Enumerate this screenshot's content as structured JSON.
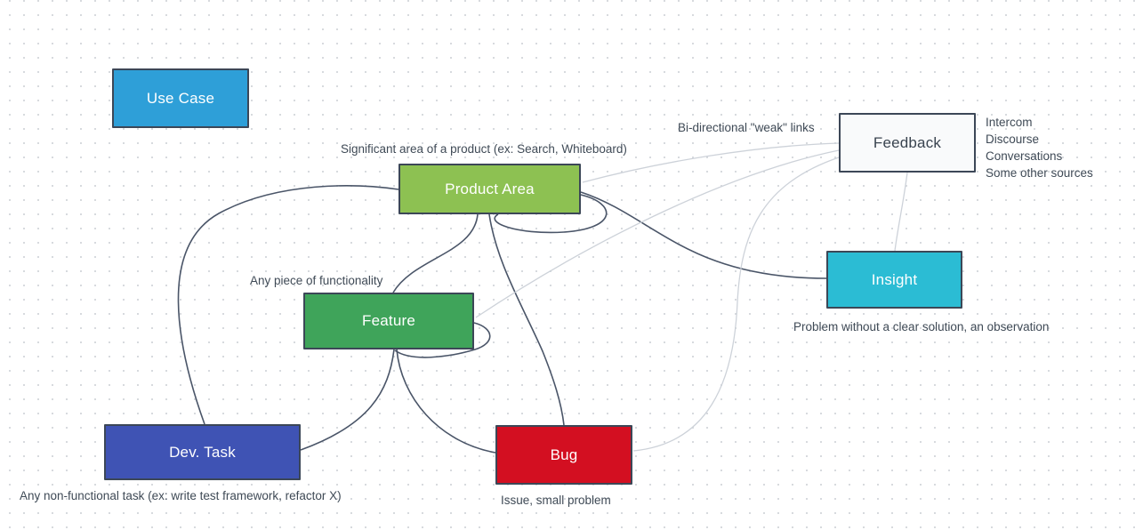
{
  "diagram": {
    "nodes": [
      {
        "id": "use-case",
        "label": "Use Case",
        "fill": "#2e9fd8",
        "text_color": "#ffffff"
      },
      {
        "id": "product-area",
        "label": "Product Area",
        "fill": "#8dc152",
        "text_color": "#ffffff",
        "note": "Significant area of a product (ex: Search, Whiteboard)"
      },
      {
        "id": "feature",
        "label": "Feature",
        "fill": "#3fa45a",
        "text_color": "#ffffff",
        "note": "Any piece of functionality"
      },
      {
        "id": "dev-task",
        "label": "Dev. Task",
        "fill": "#3f53b4",
        "text_color": "#ffffff",
        "note": "Any non-functional task (ex: write test framework, refactor X)"
      },
      {
        "id": "bug",
        "label": "Bug",
        "fill": "#d30f21",
        "text_color": "#ffffff",
        "note": "Issue, small problem"
      },
      {
        "id": "feedback",
        "label": "Feedback",
        "fill": "#f9fafb",
        "text_color": "#39434f",
        "note_lines": [
          "Intercom",
          "Discourse",
          "Conversations",
          "Some other sources"
        ]
      },
      {
        "id": "insight",
        "label": "Insight",
        "fill": "#2bbcd4",
        "text_color": "#ffffff",
        "note": "Problem without a clear solution, an observation"
      }
    ],
    "labels": {
      "weak_links": "Bi-directional \"weak\" links"
    },
    "edges": [
      {
        "from": "dev-task",
        "to": "product-area",
        "strength": "strong"
      },
      {
        "from": "product-area",
        "to": "feature",
        "strength": "strong"
      },
      {
        "from": "product-area",
        "to": "bug",
        "strength": "strong"
      },
      {
        "from": "product-area",
        "to": "product-area",
        "strength": "strong",
        "type": "self-loop"
      },
      {
        "from": "product-area",
        "to": "insight",
        "strength": "strong"
      },
      {
        "from": "feature",
        "to": "dev-task",
        "strength": "strong"
      },
      {
        "from": "feature",
        "to": "bug",
        "strength": "strong"
      },
      {
        "from": "feature",
        "to": "feature",
        "strength": "strong",
        "type": "self-loop"
      },
      {
        "from": "feedback",
        "to": "product-area",
        "strength": "weak"
      },
      {
        "from": "feedback",
        "to": "feature",
        "strength": "weak"
      },
      {
        "from": "feedback",
        "to": "bug",
        "strength": "weak"
      },
      {
        "from": "feedback",
        "to": "insight",
        "strength": "weak"
      }
    ],
    "colors": {
      "strong_edge": "#4a5568",
      "weak_edge": "#cdd2d9",
      "node_border": "#3c4757",
      "annotation_text": "#3f4a56",
      "grid_dot": "#d7dade",
      "background": "#ffffff"
    }
  }
}
